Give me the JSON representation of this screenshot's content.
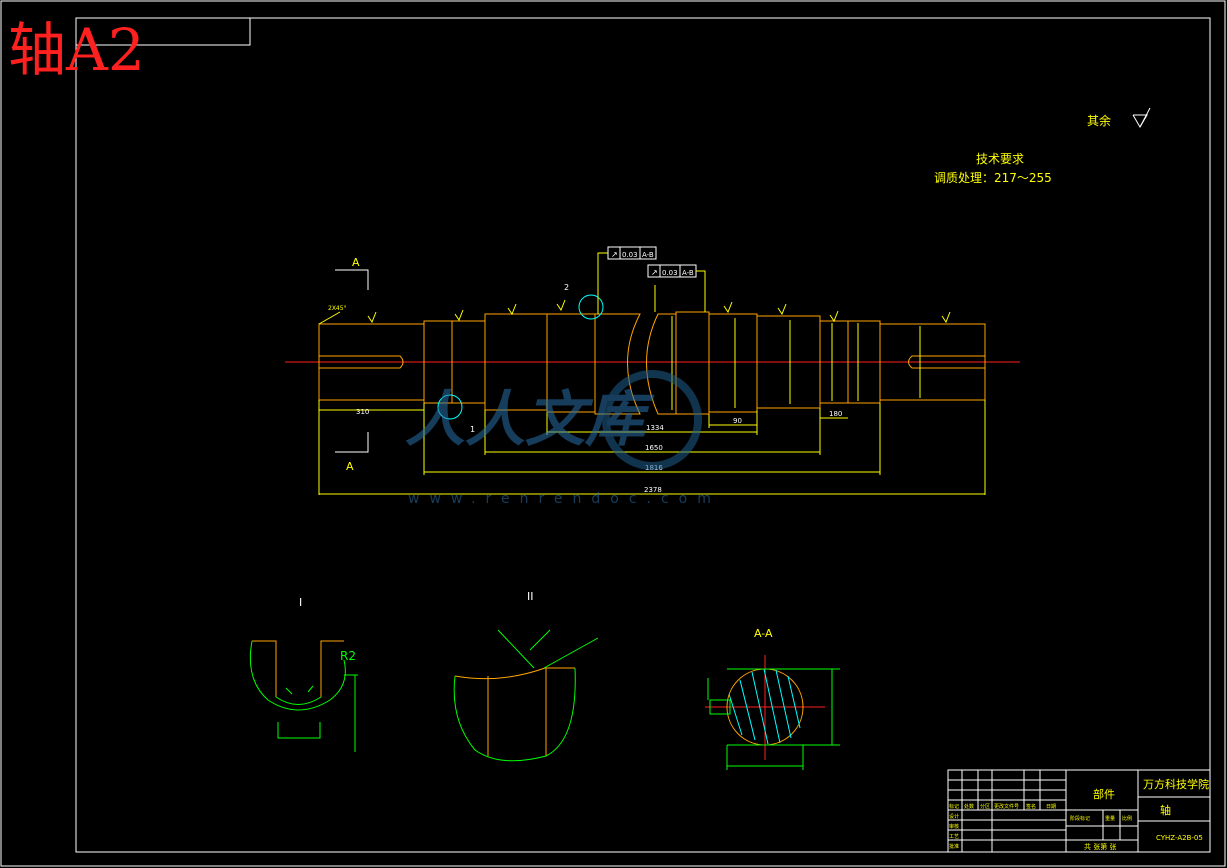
{
  "sheet": {
    "title": "轴A2",
    "watermark_text": "www.renrendoc.com",
    "watermark_logo_text": "人人文库"
  },
  "notes": {
    "remainder_roughness": "其余",
    "tech_title": "技术要求",
    "tech_line": "调质处理：217～255"
  },
  "section_marks": {
    "top": "A",
    "bottom": "A",
    "detail_1_label": "1",
    "detail_2_label": "2"
  },
  "tolerance_frames": {
    "frame1": {
      "symbol": "↗",
      "value": "0.03",
      "datum": "A-B"
    },
    "frame2": {
      "symbol": "↗",
      "value": "0.03",
      "datum": "A-B"
    }
  },
  "main_dims": {
    "d_left_key": "310",
    "d_mid1": "1334",
    "d_mid2": "1650",
    "d_mid3": "1816",
    "d_total": "2378",
    "d_seg1": "90",
    "d_seg2": "180",
    "chamfer": "2X45°"
  },
  "details": {
    "detail_i_title": "I",
    "detail_i_r": "R2",
    "detail_ii_title": "II",
    "section_aa_title": "A-A"
  },
  "title_block": {
    "part_label": "部件",
    "school": "万方科技学院",
    "part_name": "轴",
    "drawing_no": "CYHZ-A2B-05",
    "row_labels": [
      "标记",
      "处数",
      "分区",
      "更改文件号",
      "签名",
      "日期"
    ],
    "left_labels": [
      "设计",
      "审核",
      "工艺",
      "批准"
    ],
    "scale_labels": [
      "阶段标记",
      "重量",
      "比例"
    ],
    "sheet_info": "共 张第 张"
  }
}
